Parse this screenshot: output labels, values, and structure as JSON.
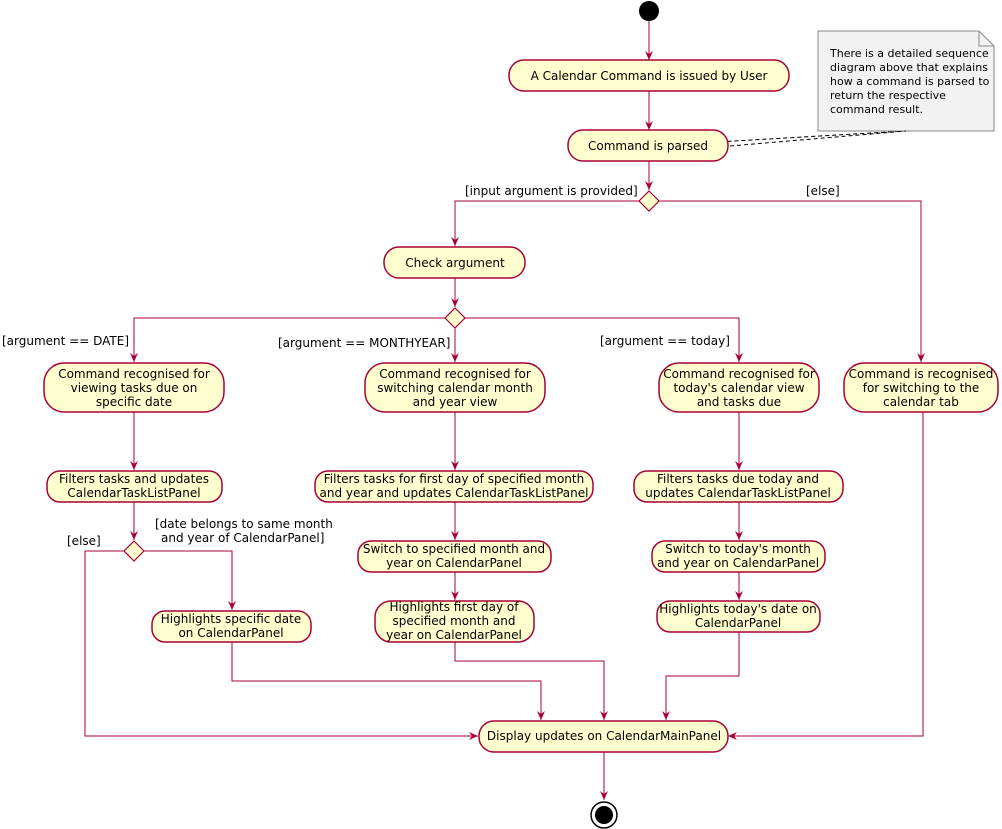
{
  "note": {
    "lines": [
      "There is a detailed sequence",
      "diagram above that explains",
      "how a command is parsed to",
      "return the respective",
      "command result."
    ]
  },
  "activities": {
    "issued": [
      "A Calendar Command is issued by User"
    ],
    "parsed": [
      "Command is parsed"
    ],
    "check": [
      "Check argument"
    ],
    "rec_date": [
      "Command recognised for",
      "viewing tasks due on",
      "specific date"
    ],
    "rec_month": [
      "Command recognised for",
      "switching calendar month",
      "and year view"
    ],
    "rec_today": [
      "Command recognised for",
      "today's calendar view",
      "and tasks due"
    ],
    "rec_tab": [
      "Command is recognised",
      "for switching to the",
      "calendar tab"
    ],
    "filter_date": [
      "Filters tasks and updates",
      "CalendarTaskListPanel"
    ],
    "filter_month": [
      "Filters tasks for first day of specified month",
      "and year and updates CalendarTaskListPanel"
    ],
    "filter_today": [
      "Filters tasks due today and",
      "updates CalendarTaskListPanel"
    ],
    "switch_month": [
      "Switch to specified month and",
      "year on CalendarPanel"
    ],
    "switch_today": [
      "Switch to today's month",
      "and year on CalendarPanel"
    ],
    "highlight_date": [
      "Highlights specific date",
      "on CalendarPanel"
    ],
    "highlight_month": [
      "Highlights first day of",
      "specified month and",
      "year  on CalendarPanel"
    ],
    "highlight_today": [
      "Highlights today's date on",
      "CalendarPanel"
    ],
    "display": [
      "Display updates on CalendarMainPanel"
    ]
  },
  "guards": {
    "input_provided": "[input argument is provided]",
    "else_top": "[else]",
    "arg_date": "[argument == DATE]",
    "arg_monthyear": "[argument == MONTHYEAR]",
    "arg_today": "[argument == today]",
    "same_month_line1": "[date belongs to same month",
    "same_month_line2": "and year of CalendarPanel]",
    "else_date": "[else]"
  },
  "colors": {
    "activity_fill": "#FEFECE",
    "border": "#A80036",
    "note_fill": "#FBFB77",
    "node": "#000000"
  }
}
